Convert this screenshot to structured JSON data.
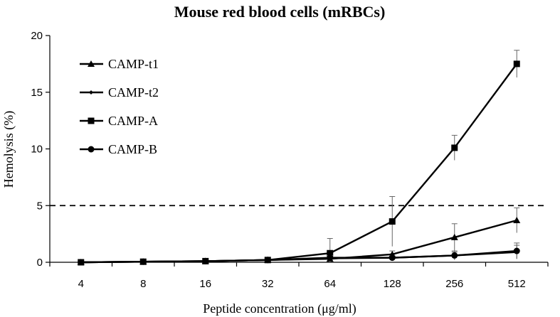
{
  "chart_data": {
    "type": "line",
    "title": "Mouse red blood cells (mRBCs)",
    "xlabel": "Peptide concentration (μg/ml)",
    "ylabel": "Hemolysis (%)",
    "categories": [
      "4",
      "8",
      "16",
      "32",
      "64",
      "128",
      "256",
      "512"
    ],
    "ylim": [
      0,
      20
    ],
    "yticks": [
      0,
      5,
      10,
      15,
      20
    ],
    "reference_line": {
      "y": 5,
      "style": "dashed"
    },
    "legend_position": "top-left",
    "series": [
      {
        "name": "CAMP-t1",
        "marker": "triangle",
        "values": [
          0,
          0.05,
          0.1,
          0.2,
          0.3,
          0.7,
          2.2,
          3.7
        ],
        "errors": [
          0,
          0.05,
          0.05,
          0.1,
          0.2,
          0.3,
          1.2,
          1.1
        ]
      },
      {
        "name": "CAMP-t2",
        "marker": "small-diamond",
        "values": [
          0,
          0.05,
          0.1,
          0.2,
          0.35,
          0.4,
          0.6,
          0.9
        ],
        "errors": [
          0,
          0.05,
          0.05,
          0.1,
          0.15,
          0.2,
          0.4,
          0.6
        ]
      },
      {
        "name": "CAMP-A",
        "marker": "square",
        "values": [
          0,
          0.05,
          0.1,
          0.2,
          0.8,
          3.6,
          10.1,
          17.5
        ],
        "errors": [
          0,
          0.05,
          0.05,
          0.1,
          1.3,
          2.2,
          1.1,
          1.2
        ]
      },
      {
        "name": "CAMP-B",
        "marker": "circle",
        "values": [
          0,
          0.05,
          0.1,
          0.2,
          0.4,
          0.4,
          0.6,
          1.0
        ],
        "errors": [
          0,
          0.05,
          0.05,
          0.1,
          0.2,
          0.2,
          0.3,
          0.7
        ]
      }
    ]
  }
}
